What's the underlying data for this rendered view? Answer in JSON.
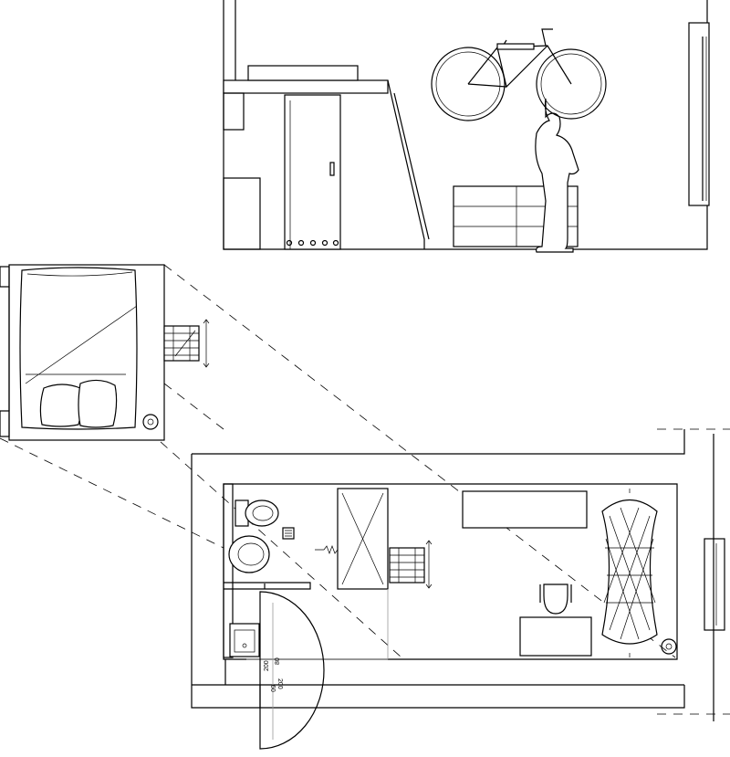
{
  "drawing": {
    "door_dimensions": {
      "top_width": "80",
      "top_height": "200",
      "bottom_width": "60",
      "bottom_height": "200"
    },
    "line_color": "#000000",
    "background": "#ffffff"
  }
}
